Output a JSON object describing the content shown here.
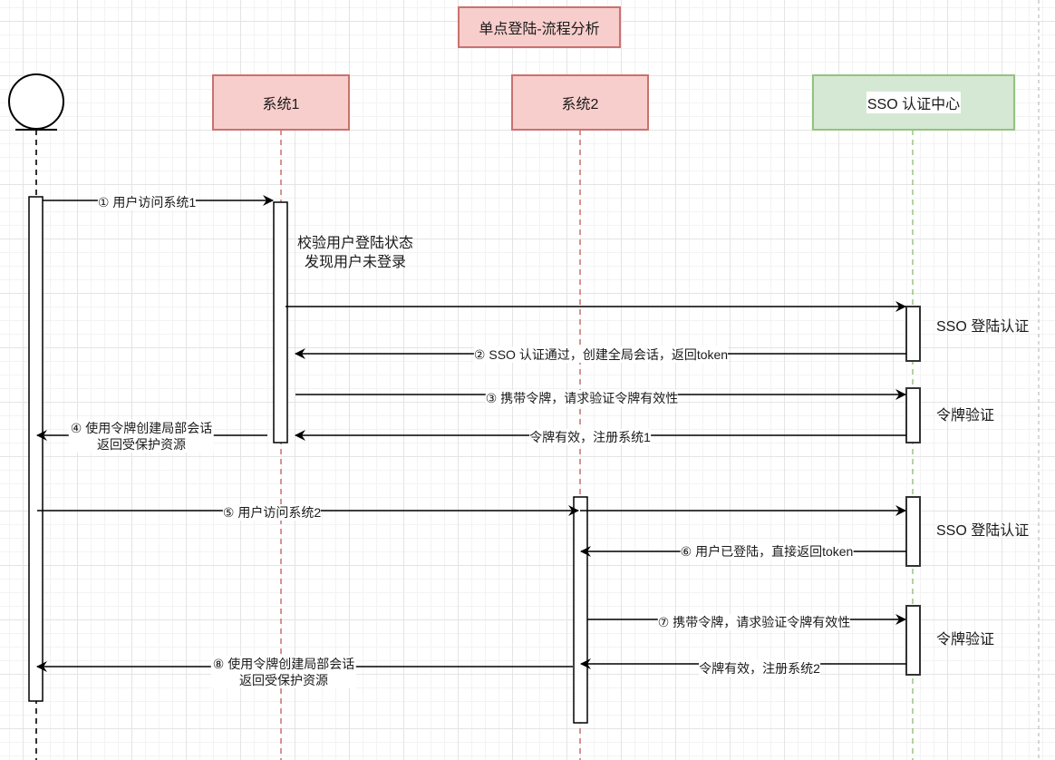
{
  "title": "单点登陆-流程分析",
  "participants": [
    {
      "id": "user",
      "type": "actor",
      "label": ""
    },
    {
      "id": "sys1",
      "type": "system",
      "label": "系统1",
      "fill": "#f8cecc",
      "stroke": "#c9726e"
    },
    {
      "id": "sys2",
      "type": "system",
      "label": "系统2",
      "fill": "#f8cecc",
      "stroke": "#c9726e"
    },
    {
      "id": "sso",
      "type": "system",
      "label": "SSO 认证中心",
      "fill": "#d5e8d4",
      "stroke": "#93c47d"
    }
  ],
  "notes": {
    "sys1_check": "校验用户登陆状态\n发现用户未登录",
    "sso_login_1": "SSO 登陆认证",
    "token_verify_1": "令牌验证",
    "sso_login_2": "SSO 登陆认证",
    "token_verify_2": "令牌验证"
  },
  "messages": [
    {
      "id": "m1",
      "from": "user",
      "to": "sys1",
      "label": "① 用户访问系统1"
    },
    {
      "id": "m1b",
      "from": "sys1",
      "to": "sso",
      "label": ""
    },
    {
      "id": "m2",
      "from": "sso",
      "to": "sys1",
      "label": "② SSO 认证通过，创建全局会话，返回token"
    },
    {
      "id": "m3",
      "from": "sys1",
      "to": "sso",
      "label": "③ 携带令牌，请求验证令牌有效性"
    },
    {
      "id": "m3r",
      "from": "sso",
      "to": "sys1",
      "label": "令牌有效，注册系统1"
    },
    {
      "id": "m4",
      "from": "sys1",
      "to": "user",
      "label": "④ 使用令牌创建局部会话\n返回受保护资源"
    },
    {
      "id": "m5",
      "from": "user",
      "to": "sys2",
      "label": "⑤ 用户访问系统2"
    },
    {
      "id": "m5b",
      "from": "sys2",
      "to": "sso",
      "label": ""
    },
    {
      "id": "m6",
      "from": "sso",
      "to": "sys2",
      "label": "⑥ 用户已登陆，直接返回token"
    },
    {
      "id": "m7",
      "from": "sys2",
      "to": "sso",
      "label": "⑦ 携带令牌，请求验证令牌有效性"
    },
    {
      "id": "m7r",
      "from": "sso",
      "to": "sys2",
      "label": "令牌有效，注册系统2"
    },
    {
      "id": "m8",
      "from": "sys2",
      "to": "user",
      "label": "⑧ 使用令牌创建局部会话\n返回受保护资源"
    }
  ],
  "colors": {
    "line": "#000000",
    "lifeline_user": "#333333",
    "lifeline_system": "#c9726e",
    "lifeline_sso": "#82b366"
  }
}
